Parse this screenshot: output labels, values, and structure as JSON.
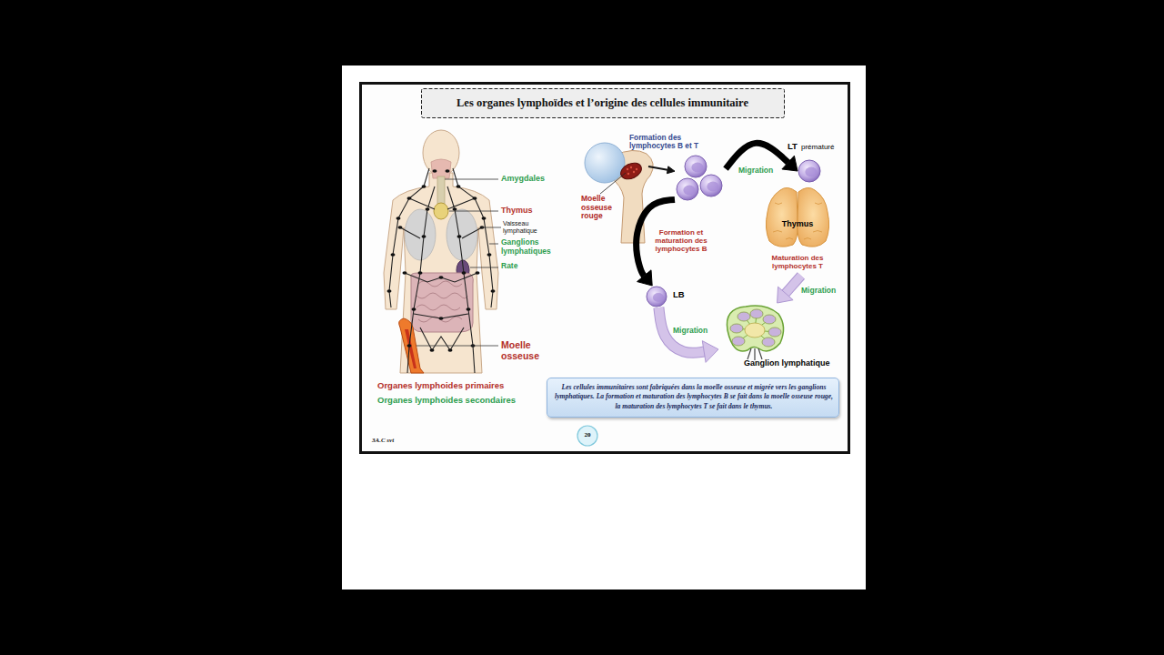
{
  "diagram": {
    "title": "Les organes lymphoïdes et l’origine des cellules immunitaire",
    "nodes": [
      {
        "text": [
          "Moelle osseuse rouge"
        ]
      },
      {
        "text": [
          "Formation des lymphocytes B et T"
        ]
      },
      {
        "text": [
          "LT",
          "prématuré"
        ]
      },
      {
        "text": [
          "Thymus",
          "Maturation des lymphocytes T"
        ]
      },
      {
        "text": [
          "LB"
        ]
      },
      {
        "text": [
          "Ganglion lymphatique"
        ]
      },
      {
        "text": [
          "Les cellules immunitaires sont fabriquées dans la moelle osseuse et migrée vers les ganglions lymphatiques. La formation et maturation des lymphocytes B se fait dans la moelle osseuse rouge,  la maturation des lymphocytes T se fait dans le thymus."
        ]
      },
      {
        "text": [
          "20"
        ]
      }
    ],
    "edges": [
      {
        "from": 0,
        "to": 1,
        "arrow": "to"
      },
      {
        "from": 1,
        "to": 2,
        "arrow": "to",
        "label": "Migration"
      },
      {
        "from": 1,
        "to": 4,
        "arrow": "to",
        "label": "Formation et maturation des lymphocytes B"
      },
      {
        "from": 3,
        "to": 5,
        "arrow": "to",
        "label": "Migration"
      },
      {
        "from": 4,
        "to": 5,
        "arrow": "to",
        "label": "Migration"
      }
    ],
    "labels": [
      "Amygdales",
      "Thymus",
      "Vaisseau lymphatique",
      "Ganglions lymphatiques",
      "Rate",
      "Moelle osseuse",
      "Organes lymphoides primaires",
      "Organes lymphoides secondaires",
      "3A.C svt"
    ]
  }
}
